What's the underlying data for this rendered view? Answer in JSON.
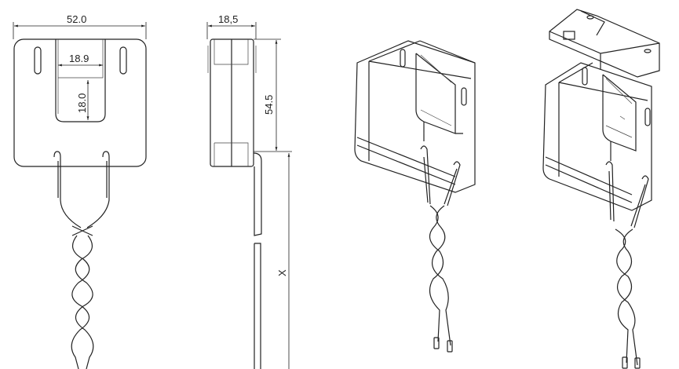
{
  "dimensions": {
    "front_width": "52.0",
    "window_width": "18.9",
    "window_height": "18.0",
    "side_depth": "18,5",
    "side_height": "54.5",
    "lead_length": "X"
  }
}
